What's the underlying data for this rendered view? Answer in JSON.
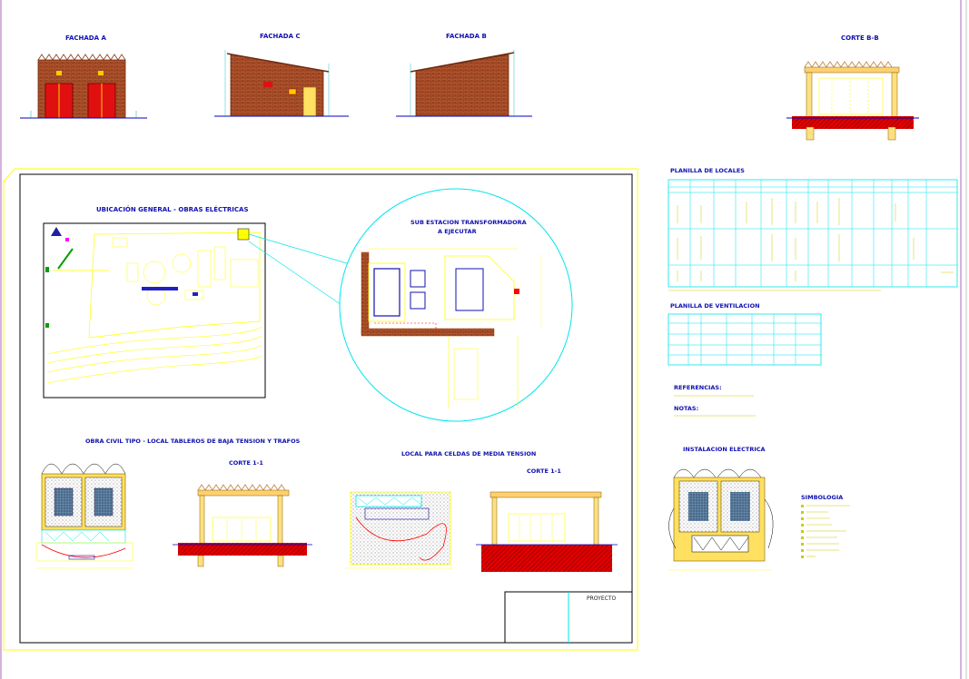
{
  "colors": {
    "background": "#ffffff",
    "frame": "#ffff00",
    "cyan": "#00e5ee",
    "brick": "#a0522d",
    "red": "#ff0000",
    "blue_text": "#1010b0",
    "sheet_border": "#b060c0"
  },
  "elevations": {
    "fachada_a": "FACHADA A",
    "fachada_c": "FACHADA C",
    "fachada_b": "FACHADA B",
    "corte_bb": "CORTE B-B"
  },
  "location": {
    "title": "UBICACIÓN GENERAL - OBRAS ELÉCTRICAS"
  },
  "substation": {
    "title_line1": "SUB ESTACION TRANSFORMADORA",
    "title_line2": "A EJECUTAR"
  },
  "civil_work": {
    "title": "OBRA CIVIL TIPO - LOCAL TABLEROS DE BAJA TENSION Y TRAFOS",
    "corte_left": "CORTE 1-1",
    "medium_voltage_title": "LOCAL PARA CELDAS DE MEDIA TENSION",
    "corte_right": "CORTE 1-1"
  },
  "title_block": {
    "project": "PROYECTO"
  },
  "tables": {
    "locales_title": "PLANILLA DE LOCALES",
    "ventilacion_title": "PLANILLA DE VENTILACION"
  },
  "notes": {
    "referencias": "REFERENCIAS:",
    "notas": "NOTAS:"
  },
  "electrical": {
    "title": "INSTALACION ELECTRICA",
    "simbologia": "SIMBOLOGIA"
  }
}
